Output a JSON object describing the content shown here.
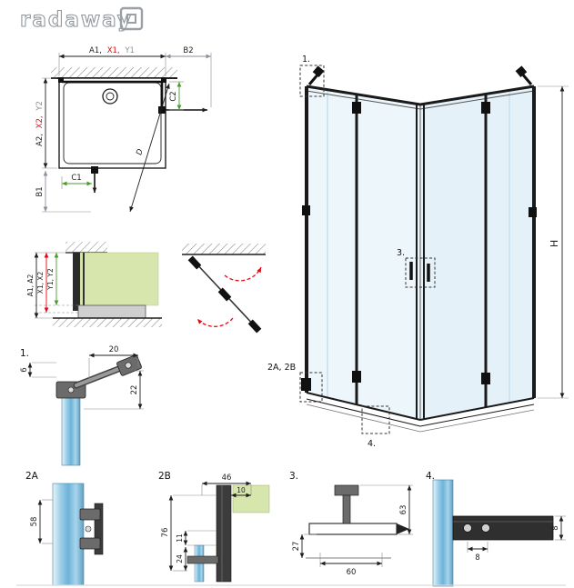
{
  "colors": {
    "red": "#e30613",
    "green": "#4a9b2f",
    "gray": "#8a9099",
    "light_green": "#d7e6ad",
    "glass_blue": "#6db3d8",
    "profile_dark": "#1f1f1f"
  },
  "logo": {
    "brand": "radaway"
  },
  "plan_view": {
    "dim_a1": "A1,",
    "dim_x1": "X1,",
    "dim_y1": "Y1",
    "dim_b2": "B2",
    "dim_c2": "C2",
    "dim_a2": "A2,",
    "dim_x2": "X2,",
    "dim_y2": "Y2",
    "dim_b1": "B1",
    "dim_c1": "C1",
    "dim_d": "D"
  },
  "section_view": {
    "dim_a": "A1, A2",
    "dim_x": "X1, X2",
    "dim_y": "Y1, Y2"
  },
  "iso_view": {
    "callout_1": "1.",
    "callout_3": "3.",
    "callout_2ab": "2A, 2B",
    "callout_4": "4.",
    "dim_h": "H"
  },
  "detail_1": {
    "title": "1.",
    "dim_width": "20",
    "dim_offset": "6",
    "dim_height": "22"
  },
  "detail_2a": {
    "title": "2A",
    "dim_height": "58"
  },
  "detail_2b": {
    "title": "2B",
    "dim_width": "46",
    "dim_width_sub": "10",
    "dim_height": "76",
    "dim_h1": "11",
    "dim_h2": "24"
  },
  "detail_3": {
    "title": "3.",
    "dim_height": "63",
    "dim_depth": "27",
    "dim_width": "60"
  },
  "detail_4": {
    "title": "4.",
    "dim_gap_v": "8",
    "dim_gap_h": "8"
  }
}
